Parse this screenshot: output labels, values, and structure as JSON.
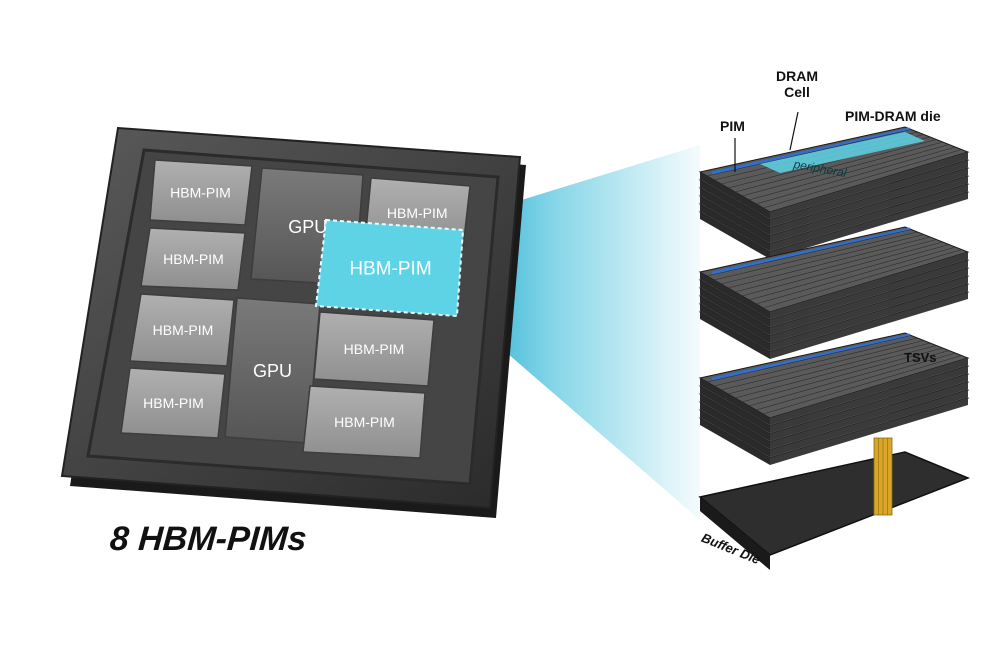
{
  "chip": {
    "tiles": [
      {
        "label": "HBM-PIM"
      },
      {
        "label": "HBM-PIM"
      },
      {
        "label": "HBM-PIM"
      },
      {
        "label": "HBM-PIM"
      },
      {
        "label": "HBM-PIM"
      },
      {
        "label": "HBM-PIM"
      },
      {
        "label": "HBM-PIM"
      },
      {
        "label": "HBM-PIM"
      }
    ],
    "gpus": [
      {
        "label": "GPU"
      },
      {
        "label": "GPU"
      }
    ],
    "caption": "8 HBM-PIMs"
  },
  "stack": {
    "dram_cell_line1": "DRAM",
    "dram_cell_line2": "Cell",
    "pim": "PIM",
    "pim_dram_die": "PIM-DRAM die",
    "peripheral": "peripheral",
    "tsvs": "TSVs",
    "buffer_die": "Buffer Die"
  },
  "colors": {
    "highlight": "#5fd3e6",
    "beam": "#29b6d6",
    "chip_frame": "#3a3a3a",
    "tile": "#9a9a9a",
    "gpu": "#666666",
    "pim_stripe": "#2f6fd1",
    "tsv": "#d9a62a"
  }
}
